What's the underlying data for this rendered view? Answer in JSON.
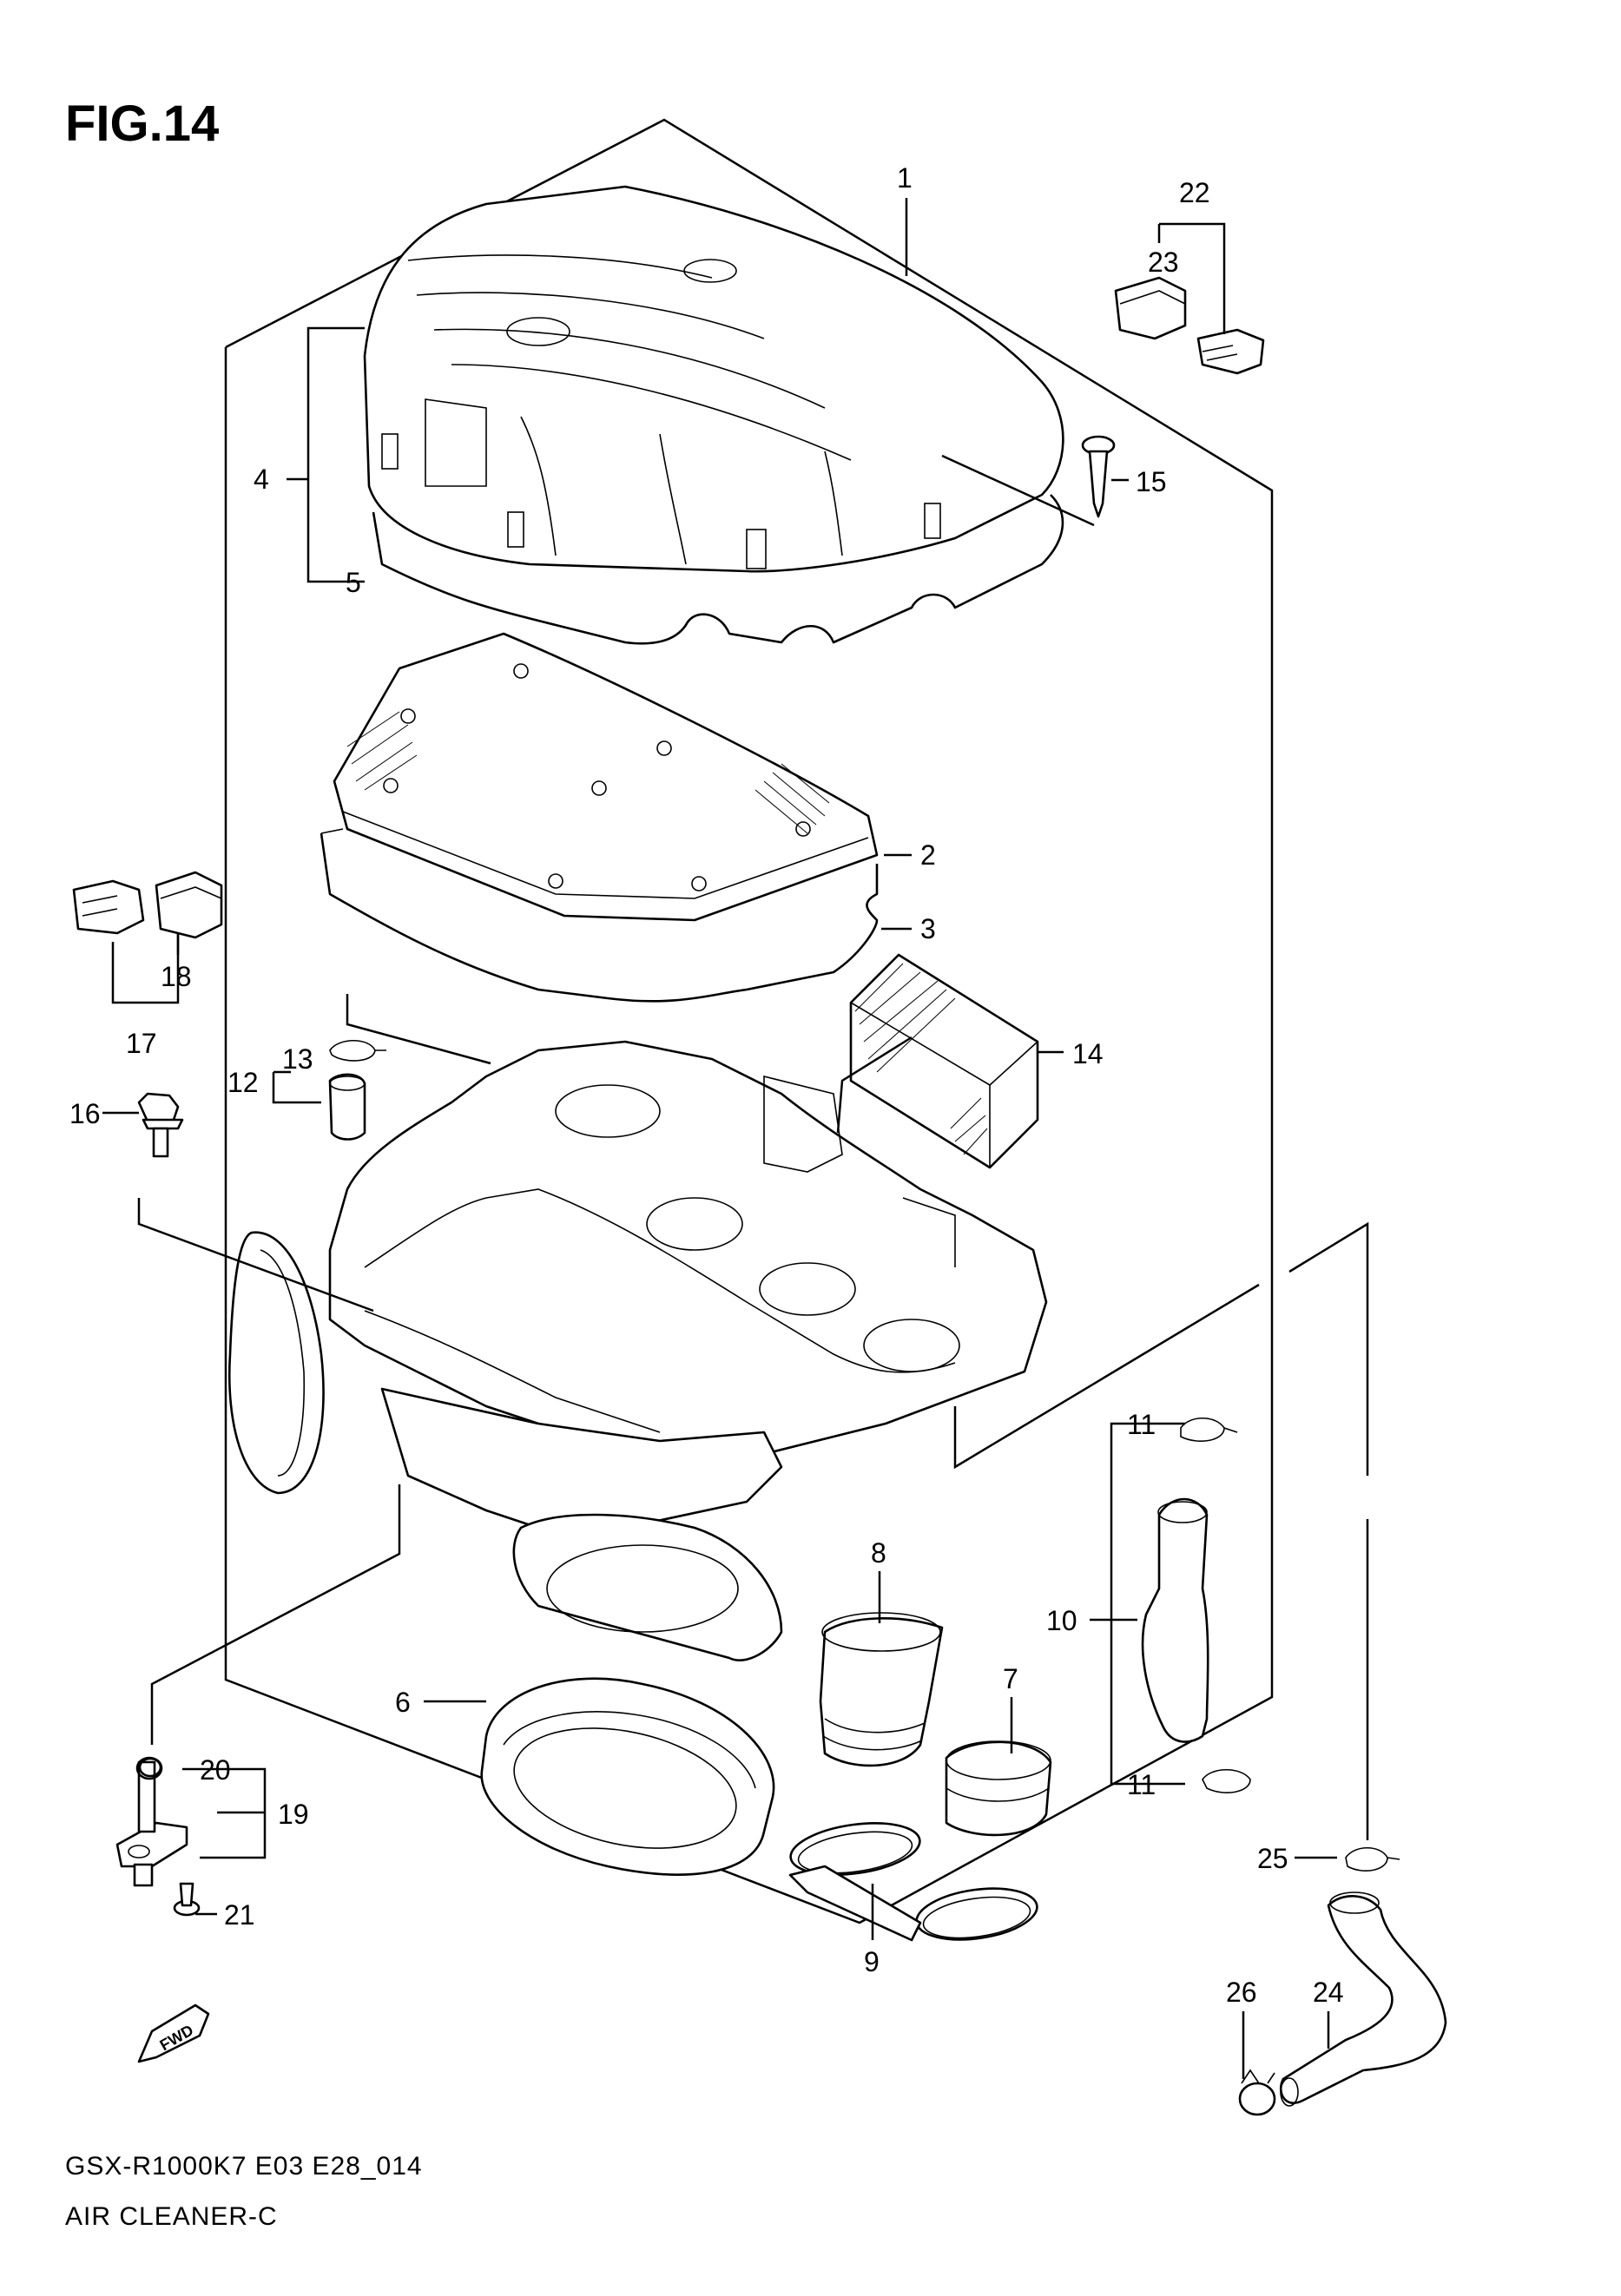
{
  "figure": {
    "title": "FIG.14",
    "model_code": "GSX-R1000K7 E03 E28_014",
    "section_name": "AIR CLEANER-C",
    "fwd_label": "FWD"
  },
  "callouts": {
    "c1": "1",
    "c2": "2",
    "c3": "3",
    "c4": "4",
    "c5": "5",
    "c6": "6",
    "c7": "7",
    "c8": "8",
    "c9": "9",
    "c10": "10",
    "c11a": "11",
    "c11b": "11",
    "c12": "12",
    "c13": "13",
    "c14": "14",
    "c15": "15",
    "c16": "16",
    "c17": "17",
    "c18": "18",
    "c19": "19",
    "c20": "20",
    "c21": "21",
    "c22": "22",
    "c23": "23",
    "c24": "24",
    "c25": "25",
    "c26": "26"
  }
}
